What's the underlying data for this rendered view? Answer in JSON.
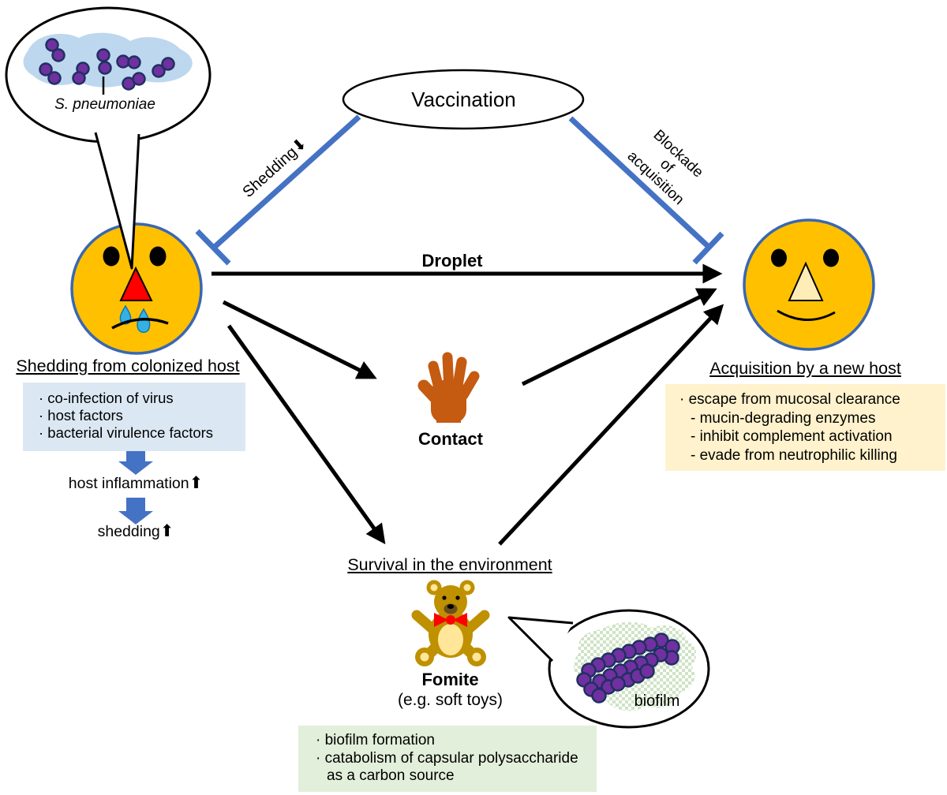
{
  "colors": {
    "accent_blue": "#4472C4",
    "face_fill": "#FFC000",
    "face_stroke": "#3A67B1",
    "hand": "#C55A11",
    "bear_body": "#BF9000",
    "bear_cream": "#FFE699",
    "bacteria_purple": "#7030A0",
    "bacteria_outline": "#1F3061",
    "sick_nose_red": "#FF0000",
    "healthy_nose": "#FFEDB8",
    "tear_blue": "#33B1E3",
    "shedding_box_bg": "#DBE8F4",
    "acquisition_box_bg": "#FFF2CC",
    "environment_box_bg": "#E2EFDA",
    "biofilm_matrix_green": "#CFE3C4"
  },
  "bubble_pneumoniae": {
    "label": "S. pneumoniae"
  },
  "vaccination": {
    "label": "Vaccination"
  },
  "vaccine_effects": {
    "left": {
      "text": "Shedding",
      "arrow": "⬇"
    },
    "right": {
      "line1": "Blockade",
      "line2": "of",
      "line3": "acquisition"
    }
  },
  "routes": {
    "droplet_label": "Droplet",
    "contact_label": "Contact"
  },
  "shedding_section": {
    "title": "Shedding from colonized host",
    "factors": [
      "· co-infection of virus",
      "· host factors",
      "· bacterial virulence factors"
    ],
    "inflammation_text": "host inflammation",
    "inflammation_arrow": "⬆",
    "shedding_text": "shedding",
    "shedding_arrow": "⬆"
  },
  "environment_section": {
    "title": "Survival in the environment",
    "fomite_label": "Fomite",
    "fomite_note": "(e.g. soft toys)",
    "biofilm_label": "biofilm",
    "mechanisms": [
      "· biofilm formation",
      "· catabolism of capsular polysaccharide",
      "as a carbon source"
    ]
  },
  "acquisition_section": {
    "title": "Acquisition by a new host",
    "mechanisms": [
      "· escape from mucosal clearance",
      "- mucin-degrading enzymes",
      "- inhibit complement activation",
      "- evade from neutrophilic killing"
    ]
  }
}
